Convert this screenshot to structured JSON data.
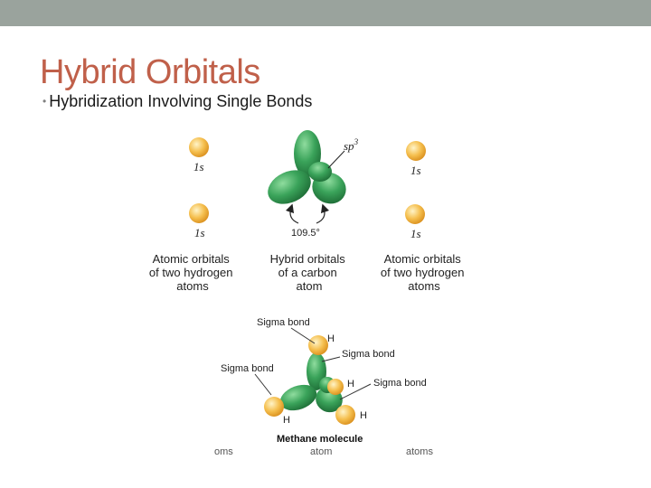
{
  "slide": {
    "title": "Hybrid Orbitals",
    "bullet": "Hybridization Involving Single Bonds",
    "bullet_marker": "•"
  },
  "diagram_top": {
    "sp3_label_text": "sp",
    "sp3_label_superscript": "3",
    "orbital_1s_label": "1s",
    "angle_label": "109.5°",
    "caption_left": [
      "Atomic orbitals",
      "of two hydrogen",
      "atoms"
    ],
    "caption_center": [
      "Hybrid orbitals",
      "of a carbon",
      "atom"
    ],
    "caption_right": [
      "Atomic orbitals",
      "of two hydrogen",
      "atoms"
    ]
  },
  "diagram_bottom": {
    "sigma_bond_label": "Sigma bond",
    "hydrogen_label": "H",
    "molecule_caption": "Methane molecule",
    "obscured_caption_fragments": [
      "oms",
      "atom",
      "atoms"
    ]
  },
  "colors": {
    "title": "#c0604a",
    "top_bar": "#9aa39d",
    "orbital_green": "#3aa35a",
    "hydrogen_gold": "#f2b544"
  }
}
